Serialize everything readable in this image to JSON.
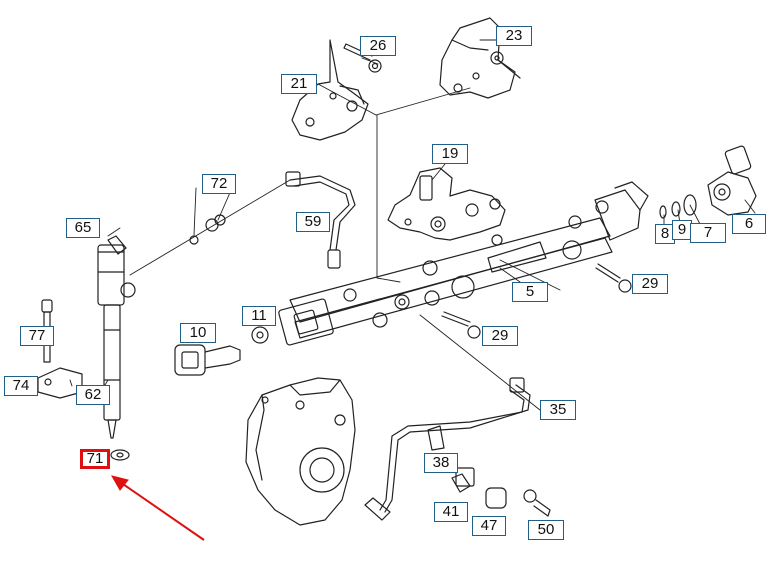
{
  "diagram": {
    "callouts": [
      {
        "id": "c26",
        "label": "26"
      },
      {
        "id": "c23",
        "label": "23"
      },
      {
        "id": "c21",
        "label": "21"
      },
      {
        "id": "c19",
        "label": "19"
      },
      {
        "id": "c72",
        "label": "72"
      },
      {
        "id": "c65",
        "label": "65"
      },
      {
        "id": "c59",
        "label": "59"
      },
      {
        "id": "c8",
        "label": "8"
      },
      {
        "id": "c9",
        "label": "9"
      },
      {
        "id": "c7",
        "label": "7"
      },
      {
        "id": "c6",
        "label": "6"
      },
      {
        "id": "c29a",
        "label": "29"
      },
      {
        "id": "c5",
        "label": "5"
      },
      {
        "id": "c11",
        "label": "11"
      },
      {
        "id": "c10",
        "label": "10"
      },
      {
        "id": "c29b",
        "label": "29"
      },
      {
        "id": "c77",
        "label": "77"
      },
      {
        "id": "c74",
        "label": "74"
      },
      {
        "id": "c62",
        "label": "62"
      },
      {
        "id": "c35",
        "label": "35"
      },
      {
        "id": "c71",
        "label": "71",
        "highlighted": true
      },
      {
        "id": "c38",
        "label": "38"
      },
      {
        "id": "c41",
        "label": "41"
      },
      {
        "id": "c47",
        "label": "47"
      },
      {
        "id": "c50",
        "label": "50"
      }
    ],
    "highlight_color": "#e01010",
    "callout_border_color": "#1f5f88"
  }
}
